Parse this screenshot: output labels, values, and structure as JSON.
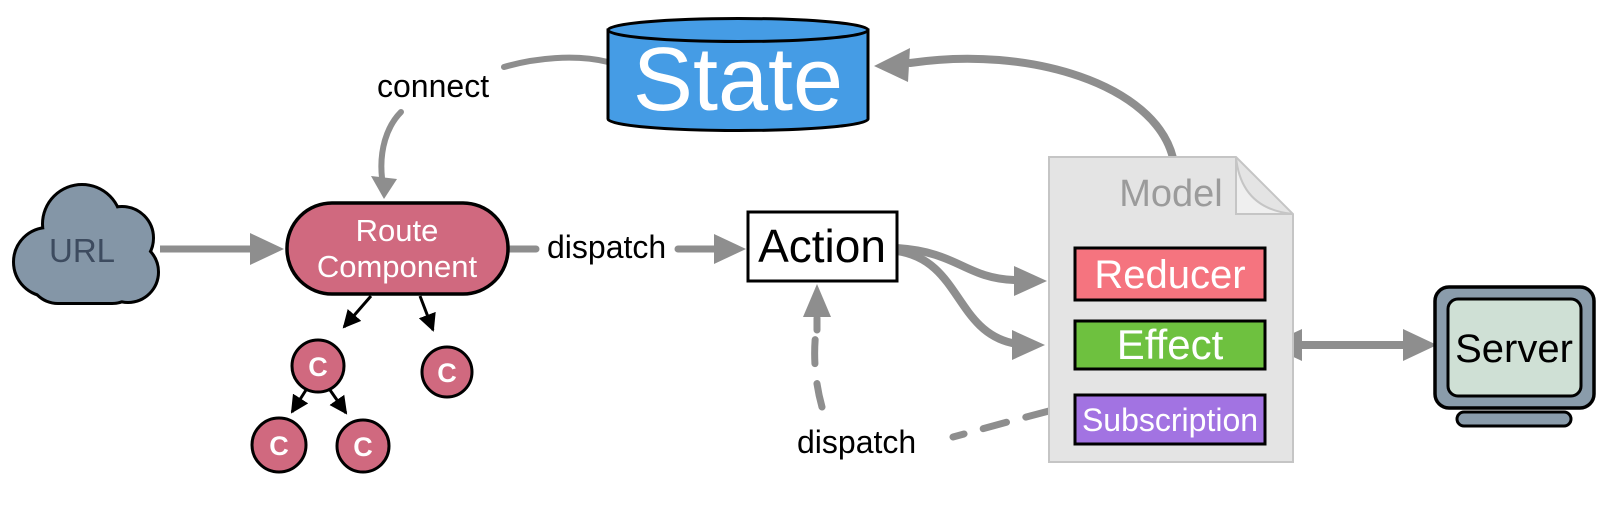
{
  "diagram": {
    "background": "#ffffff",
    "nodes": {
      "state": {
        "label": "State",
        "fill": "#459ce5",
        "text_color": "#ffffff"
      },
      "url_cloud": {
        "label": "URL",
        "fill": "#8496a7",
        "text_color": "#3d4b5f"
      },
      "route_component": {
        "line1": "Route",
        "line2": "Component",
        "fill": "#d0697f",
        "text_color": "#ffffff"
      },
      "component_tree": {
        "node_label": "C",
        "fill": "#d0697f",
        "text_color": "#ffffff"
      },
      "action": {
        "label": "Action",
        "fill": "#ffffff",
        "text_color": "#000000"
      },
      "model": {
        "label": "Model",
        "fill": "#e4e4e4",
        "border": "#c5c5c5",
        "text_color": "#9b9b9b"
      },
      "reducer": {
        "label": "Reducer",
        "fill": "#f5747f",
        "text_color": "#ffffff"
      },
      "effect": {
        "label": "Effect",
        "fill": "#6ec13f",
        "text_color": "#ffffff"
      },
      "subscription": {
        "label": "Subscription",
        "fill": "#a273e2",
        "text_color": "#ffffff"
      },
      "server": {
        "label": "Server",
        "frame_fill": "#8a9cab",
        "screen_fill": "#cfe0d5",
        "text_color": "#000000"
      }
    },
    "edges": {
      "connect": {
        "label": "connect"
      },
      "dispatch_to_action": {
        "label": "dispatch"
      },
      "dispatch_from_subscription": {
        "label": "dispatch",
        "style": "dashed"
      },
      "arrow_color": "#8e8e8e",
      "tree_arrow_color": "#000000"
    }
  }
}
